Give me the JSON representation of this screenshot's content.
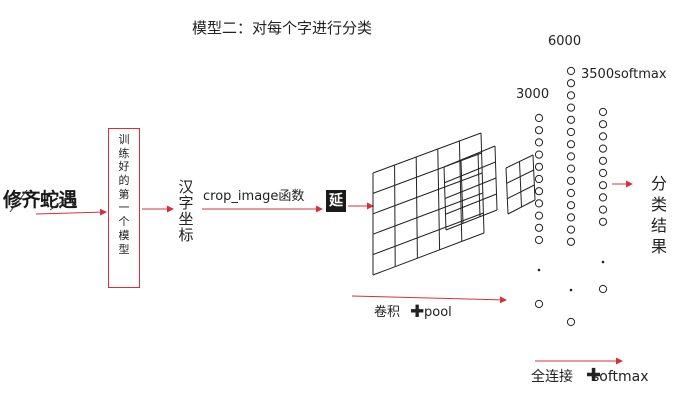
{
  "title": "模型二：对每个字进行分类",
  "input_chars": "修齐蛇遇",
  "model_label": [
    "训",
    "练",
    "好",
    "的",
    "第",
    "一",
    "个",
    "模",
    "型"
  ],
  "coord_label": [
    "汉",
    "字",
    "坐",
    "标"
  ],
  "crop_label": "crop_image函数",
  "crop_char": "延",
  "conv_label": "卷积",
  "conv_suffix": "pool",
  "fc_label": "全连接",
  "fc_suffix": "softmax",
  "plus_symbol": "✚",
  "layer_sizes": {
    "first": "3000",
    "second": "6000",
    "third": "3500softmax"
  },
  "result_label": [
    "分",
    "类",
    "结",
    "果"
  ],
  "grids": [
    {
      "name": "conv-grid-large",
      "rows": 5,
      "cols": 5
    },
    {
      "name": "conv-grid-medium",
      "rows": 4,
      "cols": 3
    },
    {
      "name": "conv-grid-small",
      "rows": 3,
      "cols": 2
    }
  ],
  "colors": {
    "arrow": "#d8303a",
    "box_border": "#d8303a",
    "lines": "#222222"
  }
}
